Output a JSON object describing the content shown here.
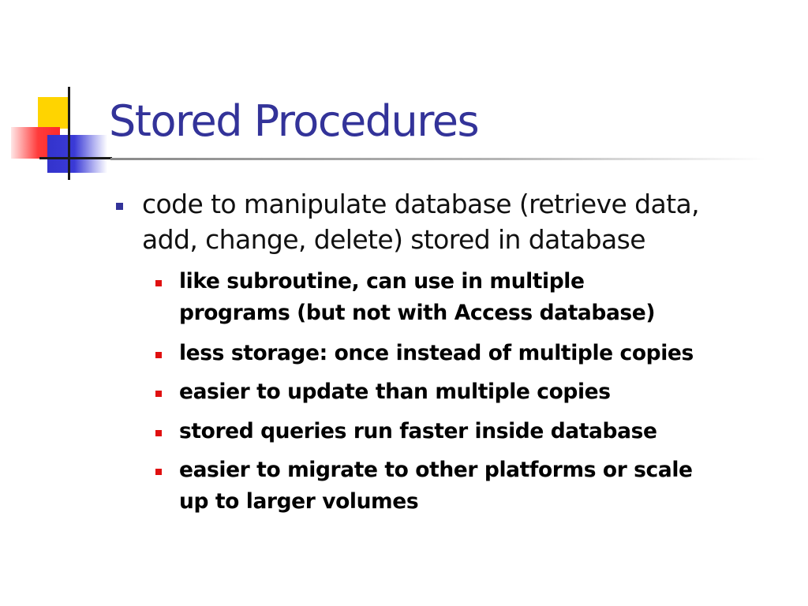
{
  "slide": {
    "title": "Stored Procedures",
    "bullet": {
      "line1": "code to manipulate database (retrieve data,",
      "line2": "add, change, delete) stored in database"
    },
    "sub_bullets": [
      {
        "line1": "like subroutine, can use in multiple",
        "line2": "programs (but not with Access database)"
      },
      {
        "line1": "less storage: once instead of multiple copies"
      },
      {
        "line1": "easier to update than multiple copies"
      },
      {
        "line1": "stored queries run faster inside database"
      },
      {
        "line1": "easier to migrate to other platforms or scale",
        "line2": "up to larger volumes"
      }
    ]
  },
  "colors": {
    "title": "#333399",
    "level1_bullet": "#333399",
    "level2_bullet": "#e01010",
    "logo_yellow": "#ffd400",
    "logo_red": "#ff2a2a",
    "logo_blue": "#3333cc"
  }
}
